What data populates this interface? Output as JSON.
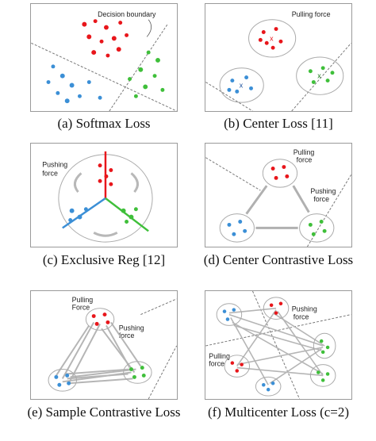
{
  "colors": {
    "red": "#e8161b",
    "blue": "#3b8fd6",
    "green": "#3fbf3a",
    "gray": "#9a9a9a",
    "arrow": "#b0b0b0"
  },
  "panels": {
    "a": {
      "caption": "(a)  Softmax Loss",
      "label1": "Decision boundary"
    },
    "b": {
      "caption": "(b) Center Loss [11]",
      "label1": "Pulling force"
    },
    "c": {
      "caption": "(c) Exclusive Reg [12]",
      "label1": "Pushing",
      "label2": "force"
    },
    "d": {
      "caption": "(d) Center Contrastive Loss",
      "label1": "Pulling",
      "label2": "force",
      "label3": "Pushing",
      "label4": "force"
    },
    "e": {
      "caption": "(e) Sample Contrastive Loss",
      "label1": "Pulling",
      "label2": "Force",
      "label3": "Pushing",
      "label4": "force"
    },
    "f": {
      "caption": "(f) Multicenter Loss (c=2)",
      "label1": "Pushing",
      "label2": "force",
      "label3": "Pulling",
      "label4": "force"
    }
  }
}
